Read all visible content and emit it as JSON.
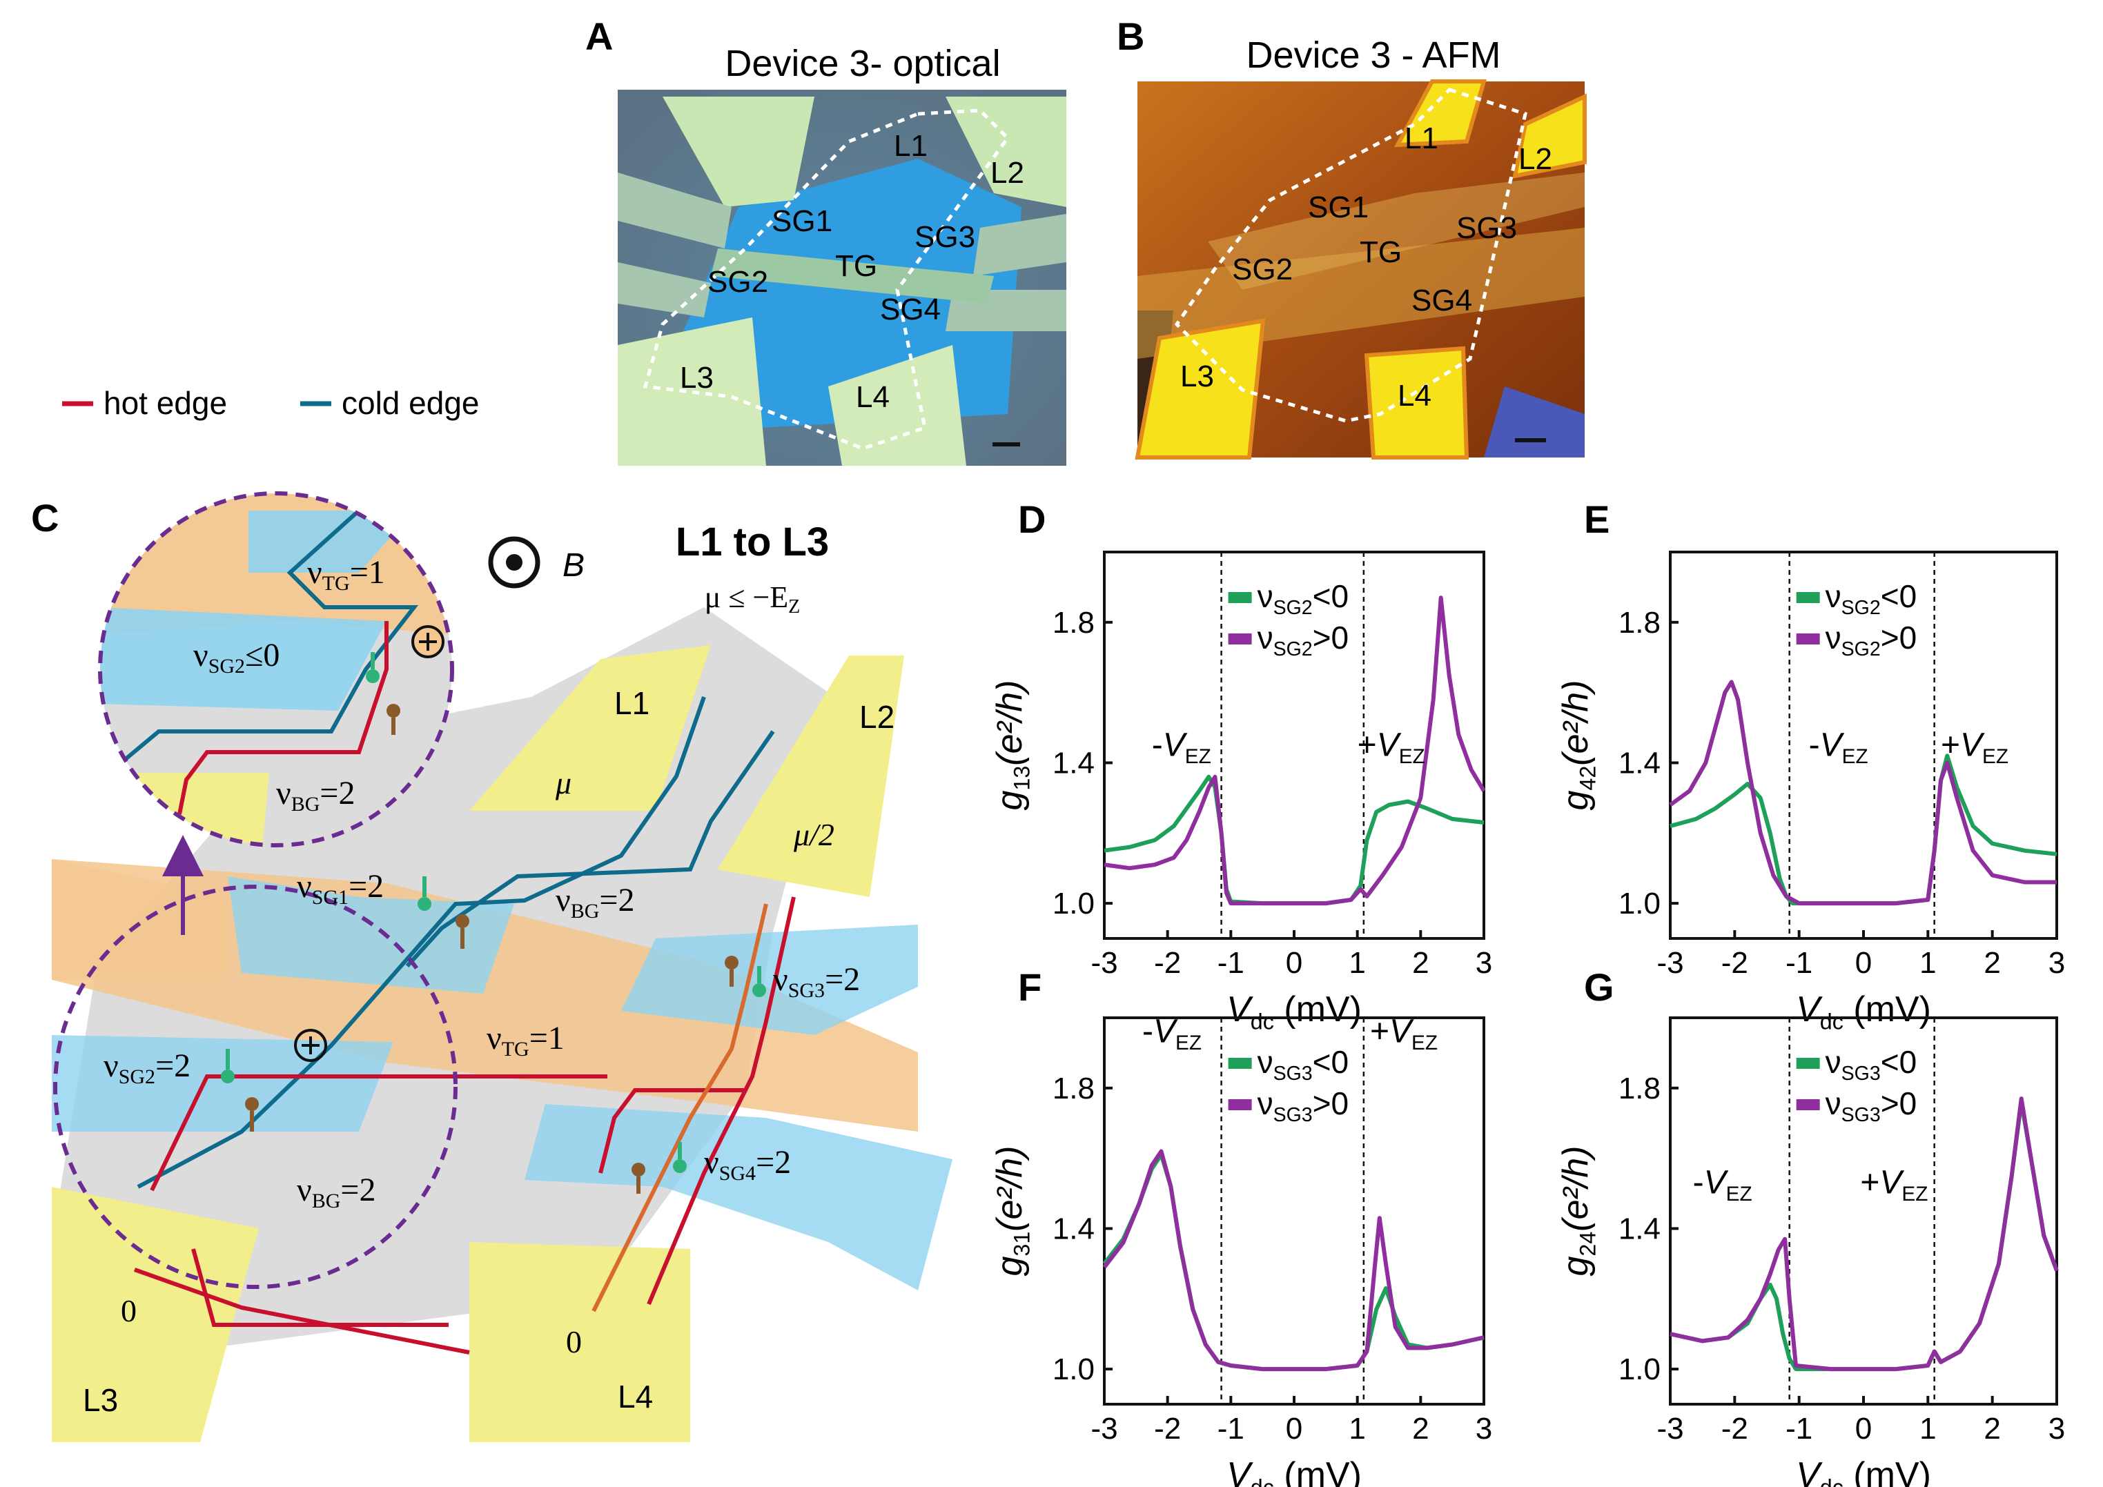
{
  "colors": {
    "hot_edge": "#c8102e",
    "cold_edge": "#0e6b8c",
    "spin_up": "#2db37a",
    "spin_down": "#8b5a2b",
    "sg_low": "#1fa05a",
    "sg_high": "#8f2f9e",
    "contact": "#f2ee8c",
    "side_gate": "#8fd3f0",
    "top_gate": "#f5c68d",
    "hall_bar": "#d8d8d8",
    "circle": "#6a2c91"
  },
  "panel_a": {
    "label": "A",
    "title": "Device 3- optical",
    "labels": [
      "L1",
      "L2",
      "SG1",
      "SG3",
      "TG",
      "SG2",
      "SG4",
      "L3",
      "L4"
    ]
  },
  "panel_b": {
    "label": "B",
    "title": "Device 3 - AFM",
    "labels": [
      "L1",
      "L2",
      "SG1",
      "SG3",
      "TG",
      "SG2",
      "SG4",
      "L3",
      "L4"
    ]
  },
  "legend": {
    "hot": "hot edge",
    "cold": "cold edge"
  },
  "panel_c": {
    "label": "C",
    "title": "L1 to L3",
    "condition_mu": "μ ≤ −E",
    "condition_sub": "Z",
    "field_label": "B",
    "inset": {
      "tg": "TG",
      "tg_val": "=1",
      "sg2": "SG2",
      "sg2_val": "≤0",
      "bg": "BG",
      "bg_val": "=2"
    },
    "filling": {
      "sg1": "SG1",
      "sg1_val": "=2",
      "bg": "BG",
      "bg_val": "=2",
      "sg3": "SG3",
      "sg3_val": "=2",
      "tg": "TG",
      "tg_val": "=1",
      "sg2": "SG2",
      "sg2_val": "=2",
      "sg4": "SG4",
      "sg4_val": "=2",
      "bg2": "BG",
      "bg2_val": "=2"
    },
    "contacts": {
      "l1": "L1",
      "l1_pot": "μ",
      "l2": "L2",
      "l2_pot": "μ/2",
      "l3": "L3",
      "l3_pot": "0",
      "l4": "L4",
      "l4_pot": "0"
    },
    "nu": "ν"
  },
  "chart_data": [
    {
      "panel": "D",
      "type": "line",
      "ylabel_var": "g",
      "ylabel_sub": "13",
      "ylabel_unit": "(e²/h)",
      "xlabel_var": "V",
      "xlabel_sub": "dc",
      "xlabel_unit": " (mV)",
      "xlim": [
        -3,
        3
      ],
      "ylim": [
        0.9,
        2.0
      ],
      "xticks": [
        -3,
        -2,
        -1,
        0,
        1,
        2,
        3
      ],
      "yticks": [
        1.0,
        1.4,
        1.8
      ],
      "vlines": [
        -1.15,
        1.1
      ],
      "annotations": [
        {
          "text": "-V",
          "sub": "EZ",
          "x": -2.25,
          "y": 1.42
        },
        {
          "text": "+V",
          "sub": "EZ",
          "x": 1.0,
          "y": 1.42
        }
      ],
      "legend": [
        {
          "pre": "ν",
          "sub": "SG2",
          "post": "<0"
        },
        {
          "pre": "ν",
          "sub": "SG2",
          "post": ">0"
        }
      ],
      "series": [
        {
          "name": "νSG2<0",
          "color": "#1fa05a",
          "x": [
            -3,
            -2.6,
            -2.2,
            -1.9,
            -1.7,
            -1.5,
            -1.35,
            -1.25,
            -1.15,
            -1.07,
            -1.0,
            -0.5,
            0,
            0.5,
            0.9,
            1.05,
            1.15,
            1.3,
            1.5,
            1.8,
            2.1,
            2.5,
            3
          ],
          "y": [
            1.15,
            1.16,
            1.18,
            1.22,
            1.27,
            1.32,
            1.36,
            1.33,
            1.2,
            1.04,
            1.005,
            1.0,
            1.0,
            1.0,
            1.01,
            1.05,
            1.18,
            1.26,
            1.28,
            1.29,
            1.27,
            1.24,
            1.23
          ]
        },
        {
          "name": "νSG2>0",
          "color": "#8f2f9e",
          "x": [
            -3,
            -2.6,
            -2.2,
            -1.9,
            -1.7,
            -1.5,
            -1.35,
            -1.25,
            -1.15,
            -1.07,
            -1.0,
            -0.5,
            0,
            0.5,
            0.9,
            1.05,
            1.15,
            1.4,
            1.7,
            2.0,
            2.2,
            2.32,
            2.45,
            2.6,
            2.8,
            3
          ],
          "y": [
            1.11,
            1.1,
            1.11,
            1.13,
            1.18,
            1.26,
            1.33,
            1.36,
            1.2,
            1.03,
            1.0,
            1.0,
            1.0,
            1.0,
            1.01,
            1.04,
            1.02,
            1.08,
            1.16,
            1.3,
            1.58,
            1.87,
            1.65,
            1.48,
            1.38,
            1.32
          ]
        }
      ]
    },
    {
      "panel": "E",
      "type": "line",
      "ylabel_var": "g",
      "ylabel_sub": "42",
      "ylabel_unit": "(e²/h)",
      "xlabel_var": "V",
      "xlabel_sub": "dc",
      "xlabel_unit": " (mV)",
      "xlim": [
        -3,
        3
      ],
      "ylim": [
        0.9,
        2.0
      ],
      "xticks": [
        -3,
        -2,
        -1,
        0,
        1,
        2,
        3
      ],
      "yticks": [
        1.0,
        1.4,
        1.8
      ],
      "vlines": [
        -1.15,
        1.1
      ],
      "annotations": [
        {
          "text": "-V",
          "sub": "EZ",
          "x": -0.85,
          "y": 1.42
        },
        {
          "text": "+V",
          "sub": "EZ",
          "x": 1.2,
          "y": 1.42
        }
      ],
      "legend": [
        {
          "pre": "ν",
          "sub": "SG2",
          "post": "<0"
        },
        {
          "pre": "ν",
          "sub": "SG2",
          "post": ">0"
        }
      ],
      "series": [
        {
          "name": "νSG2<0",
          "color": "#1fa05a",
          "x": [
            -3,
            -2.6,
            -2.3,
            -2.0,
            -1.8,
            -1.6,
            -1.45,
            -1.3,
            -1.2,
            -1.1,
            -1.0,
            -0.5,
            0,
            0.5,
            1.0,
            1.1,
            1.2,
            1.3,
            1.45,
            1.7,
            2.0,
            2.5,
            3
          ],
          "y": [
            1.22,
            1.24,
            1.27,
            1.31,
            1.34,
            1.3,
            1.2,
            1.07,
            1.02,
            1.0,
            1.0,
            1.0,
            1.0,
            1.0,
            1.01,
            1.15,
            1.35,
            1.42,
            1.33,
            1.22,
            1.17,
            1.15,
            1.14
          ]
        },
        {
          "name": "νSG2>0",
          "color": "#8f2f9e",
          "x": [
            -3,
            -2.7,
            -2.45,
            -2.3,
            -2.15,
            -2.05,
            -1.95,
            -1.8,
            -1.6,
            -1.4,
            -1.2,
            -1.0,
            -0.5,
            0,
            0.5,
            1.0,
            1.1,
            1.2,
            1.3,
            1.45,
            1.7,
            2.0,
            2.5,
            3
          ],
          "y": [
            1.28,
            1.32,
            1.4,
            1.5,
            1.6,
            1.63,
            1.58,
            1.4,
            1.2,
            1.08,
            1.02,
            1.0,
            1.0,
            1.0,
            1.0,
            1.01,
            1.15,
            1.35,
            1.4,
            1.3,
            1.15,
            1.08,
            1.06,
            1.06
          ]
        }
      ]
    },
    {
      "panel": "F",
      "type": "line",
      "ylabel_var": "g",
      "ylabel_sub": "31",
      "ylabel_unit": "(e²/h)",
      "xlabel_var": "V",
      "xlabel_sub": "dc",
      "xlabel_unit": " (mV)",
      "xlim": [
        -3,
        3
      ],
      "ylim": [
        0.9,
        2.0
      ],
      "xticks": [
        -3,
        -2,
        -1,
        0,
        1,
        2,
        3
      ],
      "yticks": [
        1.0,
        1.4,
        1.8
      ],
      "vlines": [
        -1.15,
        1.1
      ],
      "annotations": [
        {
          "text": "-V",
          "sub": "EZ",
          "x": -2.4,
          "y": 1.93
        },
        {
          "text": "+V",
          "sub": "EZ",
          "x": 1.2,
          "y": 1.93
        }
      ],
      "legend": [
        {
          "pre": "ν",
          "sub": "SG3",
          "post": "<0"
        },
        {
          "pre": "ν",
          "sub": "SG3",
          "post": ">0"
        }
      ],
      "series": [
        {
          "name": "νSG3<0",
          "color": "#1fa05a",
          "x": [
            -3,
            -2.7,
            -2.45,
            -2.25,
            -2.1,
            -1.95,
            -1.8,
            -1.6,
            -1.4,
            -1.2,
            -1.0,
            -0.5,
            0,
            0.5,
            1.0,
            1.15,
            1.3,
            1.45,
            1.6,
            1.8,
            2.1,
            2.5,
            3
          ],
          "y": [
            1.3,
            1.37,
            1.47,
            1.57,
            1.61,
            1.52,
            1.35,
            1.17,
            1.07,
            1.02,
            1.01,
            1.0,
            1.0,
            1.0,
            1.01,
            1.05,
            1.17,
            1.23,
            1.15,
            1.07,
            1.06,
            1.07,
            1.09
          ]
        },
        {
          "name": "νSG3>0",
          "color": "#8f2f9e",
          "x": [
            -3,
            -2.7,
            -2.45,
            -2.25,
            -2.1,
            -1.95,
            -1.8,
            -1.6,
            -1.4,
            -1.2,
            -1.0,
            -0.5,
            0,
            0.5,
            1.0,
            1.15,
            1.28,
            1.35,
            1.45,
            1.6,
            1.8,
            2.1,
            2.5,
            3
          ],
          "y": [
            1.29,
            1.36,
            1.47,
            1.58,
            1.62,
            1.52,
            1.35,
            1.17,
            1.07,
            1.02,
            1.01,
            1.0,
            1.0,
            1.0,
            1.01,
            1.05,
            1.3,
            1.43,
            1.3,
            1.12,
            1.06,
            1.06,
            1.07,
            1.09
          ]
        }
      ]
    },
    {
      "panel": "G",
      "type": "line",
      "ylabel_var": "g",
      "ylabel_sub": "24",
      "ylabel_unit": "(e²/h)",
      "xlabel_var": "V",
      "xlabel_sub": "dc",
      "xlabel_unit": " (mV)",
      "xlim": [
        -3,
        3
      ],
      "ylim": [
        0.9,
        2.0
      ],
      "xticks": [
        -3,
        -2,
        -1,
        0,
        1,
        2,
        3
      ],
      "yticks": [
        1.0,
        1.4,
        1.8
      ],
      "vlines": [
        -1.15,
        1.1
      ],
      "annotations": [
        {
          "text": "-V",
          "sub": "EZ",
          "x": -2.65,
          "y": 1.5
        },
        {
          "text": "+V",
          "sub": "EZ",
          "x": -0.05,
          "y": 1.5
        }
      ],
      "legend": [
        {
          "pre": "ν",
          "sub": "SG3",
          "post": "<0"
        },
        {
          "pre": "ν",
          "sub": "SG3",
          "post": ">0"
        }
      ],
      "series": [
        {
          "name": "νSG3<0",
          "color": "#1fa05a",
          "x": [
            -3,
            -2.5,
            -2.1,
            -1.8,
            -1.6,
            -1.45,
            -1.35,
            -1.25,
            -1.15,
            -1.05,
            -0.5,
            0,
            0.5,
            1.0,
            1.1,
            1.2,
            1.5,
            1.8,
            2.1,
            2.3,
            2.45,
            2.6,
            2.8,
            3
          ],
          "y": [
            1.1,
            1.08,
            1.09,
            1.13,
            1.2,
            1.24,
            1.2,
            1.1,
            1.03,
            1.0,
            1.0,
            1.0,
            1.0,
            1.01,
            1.05,
            1.02,
            1.05,
            1.13,
            1.3,
            1.55,
            1.76,
            1.6,
            1.38,
            1.28
          ]
        },
        {
          "name": "νSG3>0",
          "color": "#8f2f9e",
          "x": [
            -3,
            -2.5,
            -2.1,
            -1.8,
            -1.6,
            -1.45,
            -1.32,
            -1.22,
            -1.15,
            -1.05,
            -0.5,
            0,
            0.5,
            1.0,
            1.1,
            1.2,
            1.5,
            1.8,
            2.1,
            2.3,
            2.45,
            2.6,
            2.8,
            3
          ],
          "y": [
            1.1,
            1.08,
            1.09,
            1.14,
            1.2,
            1.27,
            1.34,
            1.37,
            1.2,
            1.01,
            1.0,
            1.0,
            1.0,
            1.01,
            1.05,
            1.02,
            1.05,
            1.13,
            1.3,
            1.55,
            1.77,
            1.6,
            1.38,
            1.28
          ]
        }
      ]
    }
  ]
}
